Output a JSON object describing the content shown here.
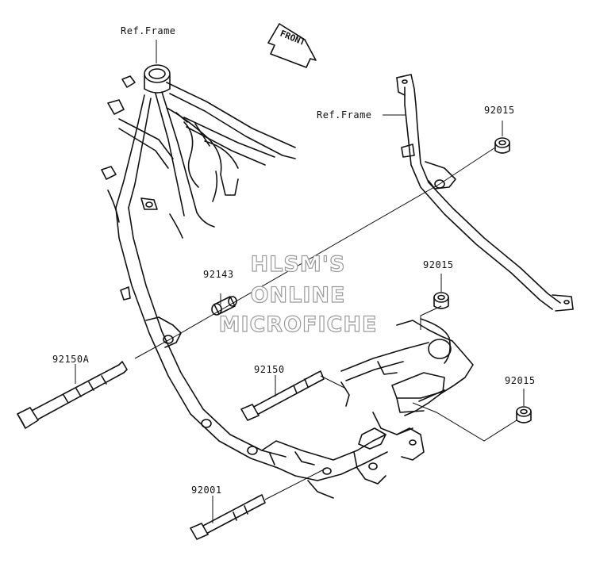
{
  "labels": {
    "ref_frame_left": "Ref.Frame",
    "ref_frame_right": "Ref.Frame",
    "front": "FRONT",
    "p92015_top": "92015",
    "p92015_mid": "92015",
    "p92015_low": "92015",
    "p92143": "92143",
    "p92150A": "92150A",
    "p92150": "92150",
    "p92001": "92001"
  },
  "watermark": {
    "line1": "HLSM'S",
    "line2": "ONLINE",
    "line3": "MICROFICHE"
  }
}
